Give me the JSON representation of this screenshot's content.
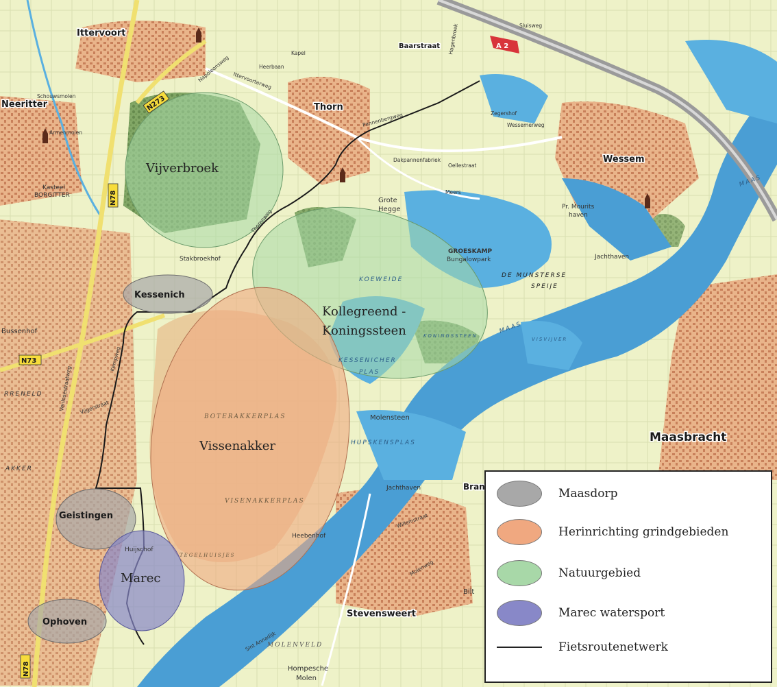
{
  "map": {
    "towns": {
      "ittervoort": "Ittervoort",
      "neeritter": "Neeritter",
      "thorn": "Thorn",
      "wessem": "Wessem",
      "kessenich": "Kessenich",
      "geistingen": "Geistingen",
      "ophoven": "Ophoven",
      "stevensweert": "Stevensweert",
      "maasbracht": "Maasbracht",
      "baarstraat": "Baarstraat",
      "kapel": "Kapel",
      "bran": "Bran"
    },
    "roads": {
      "a2": "A 2",
      "n273": "N273",
      "n78a": "N78",
      "n73": "N73",
      "n78b": "N78"
    },
    "zones": {
      "vijverbroek": "Vijverbroek",
      "kollegreend": "Kollegreend -",
      "koningssteen": "Koningssteen",
      "vissenakker": "Vissenakker",
      "marec": "Marec"
    },
    "water_labels": {
      "maas1": "MAAS",
      "maas2": "MAAS",
      "munsterse1": "DE MUNSTERSE",
      "munsterse2": "SPEIJE",
      "kessenicher1": "KESSENICHER",
      "kessenicher2": "PLAS",
      "hupsken": "HUPSKENSPLAS",
      "visvijver": "VISVIJVER",
      "boterakker": "BOTERAKKERPLAS",
      "visenakker": "VISENAKKERPLAS",
      "koeweide": "KOEWEIDE",
      "koningssteen_lbl": "KONINGSSTEEN",
      "tegelhuisjes": "TEGELHUISJES",
      "molenveld": "MOLENVELD",
      "molensteen": "Molensteen"
    },
    "places": {
      "schouwsmolen": "Schouwsmolen",
      "kasteel1": "Kasteel",
      "kasteel2": "BORGITTER",
      "bussenhof": "Bussenhof",
      "eneld": "RRENELD",
      "akker": "AKKER",
      "grote1": "Grote",
      "grote2": "Hegge",
      "groeskamp1": "GROESKAMP",
      "groeskamp2": "Bungalowpark",
      "mourits1": "Pr. Mourits",
      "mourits2": "haven",
      "jachthaven1": "Jachthaven",
      "jachthaven2": "Jachthaven",
      "zegershof": "Zegershof",
      "stakbroek": "Stakbroekhof",
      "heebenhof": "Heebenhof",
      "bilt": "Bilt",
      "hompesche1": "Hompesche",
      "hompesche2": "Molen",
      "armenmolen": "Armenmolen",
      "huijschof": "Huijschof"
    },
    "streets": {
      "s1": "Napoleonsweg",
      "s2": "Ittervoorterweg",
      "s3": "Wessemerweg",
      "s4": "Pannenbergweg",
      "s5": "Hagenbroek",
      "s6": "Sluisweg",
      "s7": "Venlosestraatweg",
      "s8": "Kempweg",
      "s9": "Thorenweg",
      "s10": "Meers",
      "s11": "Dakpannenfabriek",
      "s12": "Oellestraat",
      "s13": "Sint Annadijk",
      "s14": "Heerbaan",
      "s15": "Willemstraat",
      "s16": "Molenweg",
      "s17": "Vijgerstraat"
    }
  },
  "legend": {
    "items": [
      {
        "label": "Maasdorp",
        "color": "#a8a8a8"
      },
      {
        "label": "Herinrichting grindgebieden",
        "color": "#f0a880"
      },
      {
        "label": "Natuurgebied",
        "color": "#a8d8a8"
      },
      {
        "label": "Marec watersport",
        "color": "#8888c8"
      },
      {
        "label": "Fietsroutenetwerk",
        "color": "#222222"
      }
    ]
  }
}
